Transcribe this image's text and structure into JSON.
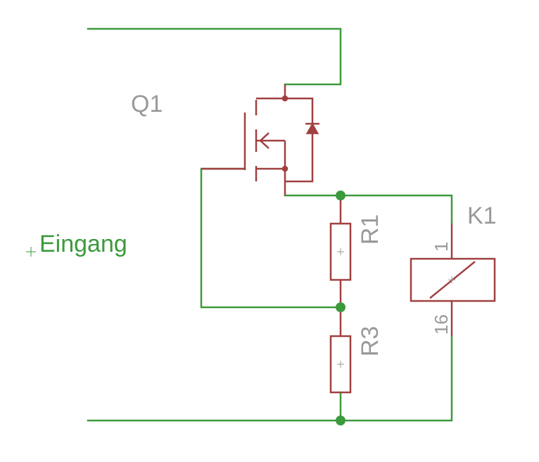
{
  "diagram": {
    "type": "circuit-schematic",
    "colors": {
      "wire": "#3c9a3c",
      "component": "#a04040",
      "label": "#9a9a9a"
    },
    "labels": {
      "q1": "Q1",
      "r1": "R1",
      "r3": "R3",
      "k1": "K1",
      "k1_pin_top": "1",
      "k1_pin_bottom": "16",
      "input_net": "Eingang"
    }
  }
}
